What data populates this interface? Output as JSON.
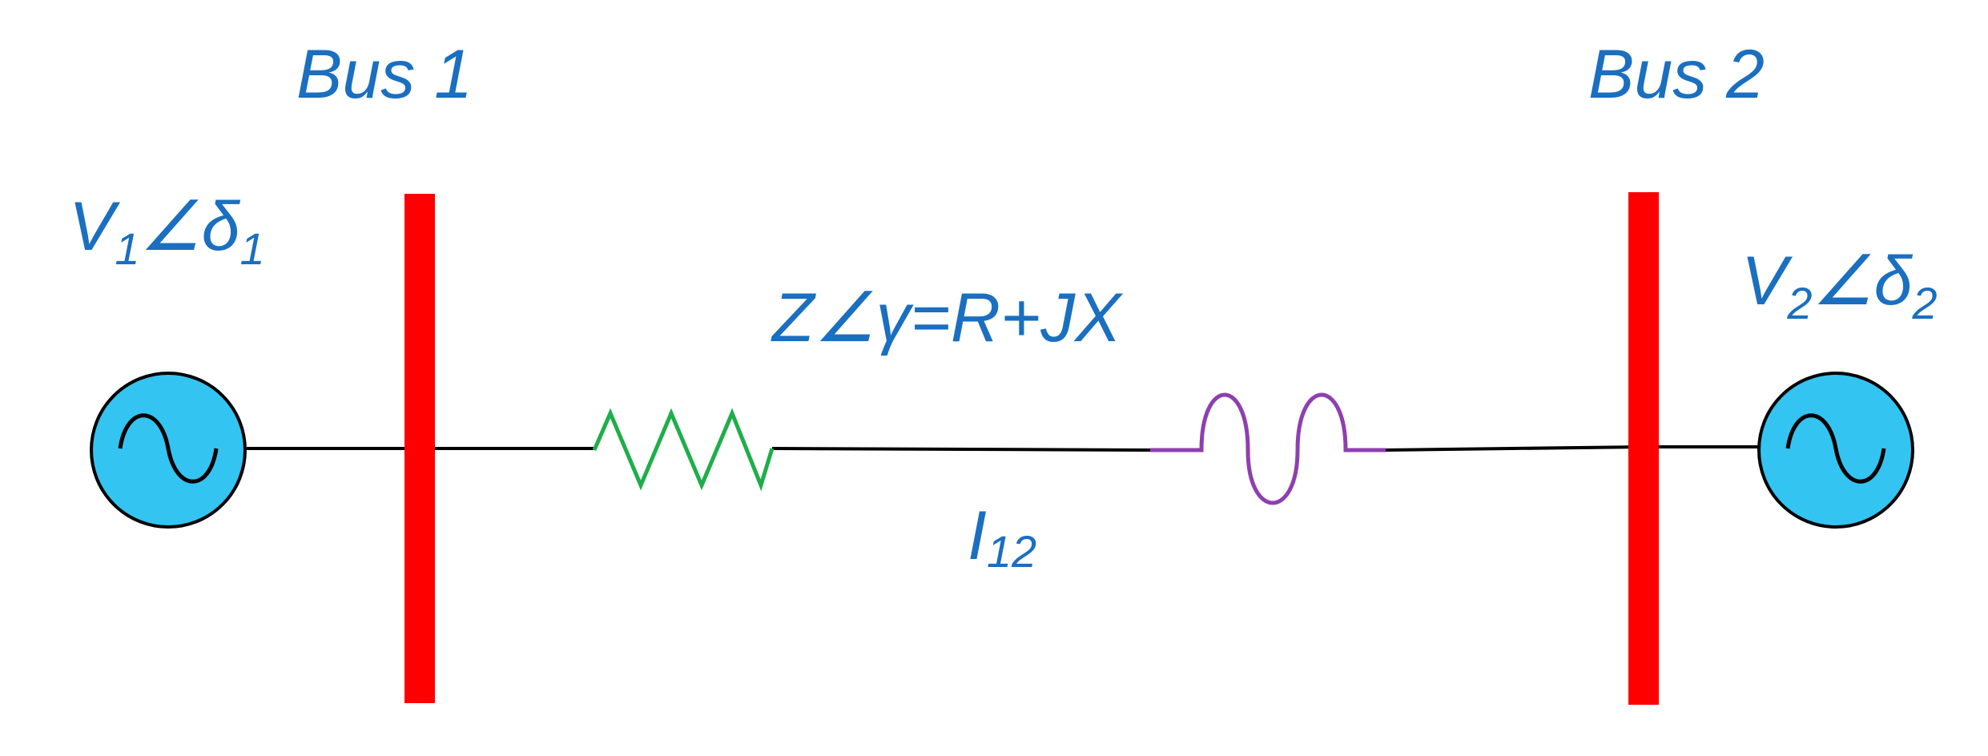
{
  "bus1": {
    "label": "Bus 1"
  },
  "bus2": {
    "label": "Bus 2"
  },
  "source1": {
    "v": "V",
    "v_sub": "1",
    "angle": "∠",
    "delta": "δ",
    "delta_sub": "1",
    "icon": "ac-source-icon"
  },
  "source2": {
    "v": "V",
    "v_sub": "2",
    "angle": "∠",
    "delta": "δ",
    "delta_sub": "2",
    "icon": "ac-source-icon"
  },
  "impedance": {
    "label": "Z∠γ=R+JX"
  },
  "current": {
    "i": "I",
    "sub": "12"
  },
  "colors": {
    "text": "#1a6fc0",
    "bus": "#ff0000",
    "source_fill": "#33c4f2",
    "resistor": "#1fae4a",
    "inductor": "#8e3fb0",
    "line": "#000000"
  }
}
